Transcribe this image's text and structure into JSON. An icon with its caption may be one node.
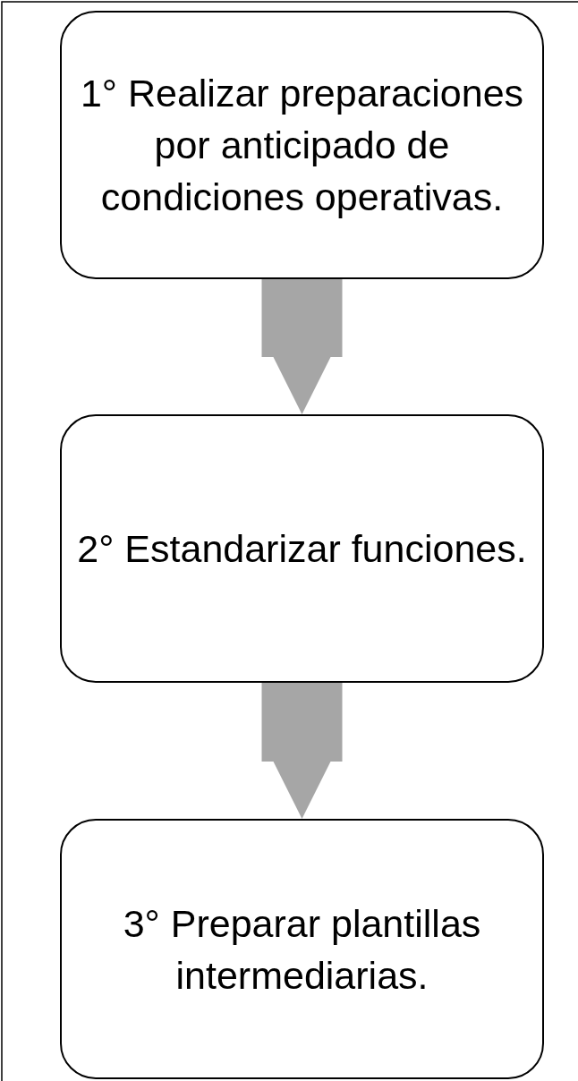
{
  "diagram": {
    "nodes": [
      {
        "text": [
          "1° Realizar preparaciones por anticipado de condiciones operativas."
        ]
      },
      {
        "text": [
          "2° Estandarizar funciones."
        ]
      },
      {
        "text": [
          "3° Preparar plantillas intermediarias."
        ]
      }
    ],
    "edges": [
      {
        "from": 0,
        "to": 1,
        "arrow": "to"
      },
      {
        "from": 1,
        "to": 2,
        "arrow": "to"
      }
    ]
  }
}
